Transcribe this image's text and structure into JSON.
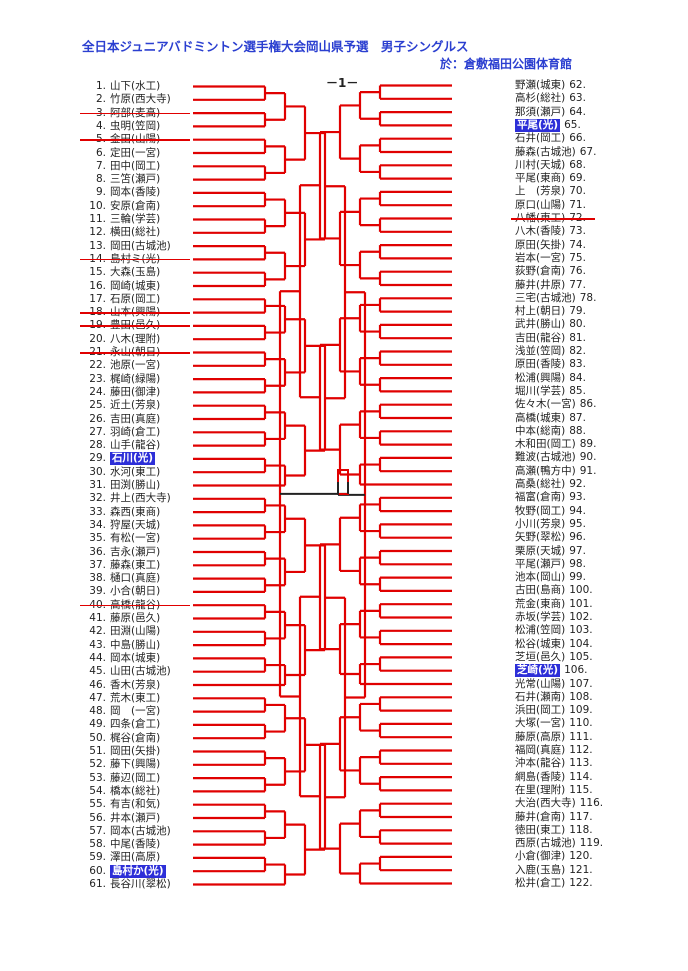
{
  "title": "全日本ジュニアバドミントン選手権大会岡山県予選　男子シングルス",
  "venue": "於：倉敷福田公園体育館",
  "page_marker": "－1－",
  "colors": {
    "title": "#2b3fd0",
    "bracket": "#e00000",
    "highlight": "#2d2fd8"
  },
  "left_entries": [
    {
      "num": "1.",
      "name": "山下(水工)"
    },
    {
      "num": "2.",
      "name": "竹原(西大寺)"
    },
    {
      "num": "3.",
      "name": "阿部(麦高)",
      "struck": true
    },
    {
      "num": "4.",
      "name": "虫明(笠岡)"
    },
    {
      "num": "5.",
      "name": "金田(山陽)",
      "struck": true
    },
    {
      "num": "6.",
      "name": "定田(一宮)"
    },
    {
      "num": "7.",
      "name": "田中(岡工)"
    },
    {
      "num": "8.",
      "name": "三笘(瀬戸)"
    },
    {
      "num": "9.",
      "name": "岡本(香陵)"
    },
    {
      "num": "10.",
      "name": "安原(倉南)"
    },
    {
      "num": "11.",
      "name": "三輪(学芸)"
    },
    {
      "num": "12.",
      "name": "横田(総社)"
    },
    {
      "num": "13.",
      "name": "岡田(古城池)"
    },
    {
      "num": "14.",
      "name": "島村ミ(光)",
      "struck": true
    },
    {
      "num": "15.",
      "name": "大森(玉島)"
    },
    {
      "num": "16.",
      "name": "岡崎(城東)"
    },
    {
      "num": "17.",
      "name": "石原(岡工)"
    },
    {
      "num": "18.",
      "name": "山本(興陽)",
      "struck": true
    },
    {
      "num": "19.",
      "name": "豊田(邑久)",
      "struck": true
    },
    {
      "num": "20.",
      "name": "八木(理附)"
    },
    {
      "num": "21.",
      "name": "永山(朝日)",
      "struck": true
    },
    {
      "num": "22.",
      "name": "池原(一宮)"
    },
    {
      "num": "23.",
      "name": "梶崎(緑陽)"
    },
    {
      "num": "24.",
      "name": "藤田(御津)"
    },
    {
      "num": "25.",
      "name": "近土(芳泉)"
    },
    {
      "num": "26.",
      "name": "吉田(真庭)"
    },
    {
      "num": "27.",
      "name": "羽崎(倉工)"
    },
    {
      "num": "28.",
      "name": "山手(龍谷)"
    },
    {
      "num": "29.",
      "name": "石川(光)",
      "highlight": true
    },
    {
      "num": "30.",
      "name": "水河(東工)"
    },
    {
      "num": "31.",
      "name": "田渕(勝山)"
    },
    {
      "num": "32.",
      "name": "井上(西大寺)"
    },
    {
      "num": "33.",
      "name": "森西(東商)"
    },
    {
      "num": "34.",
      "name": "狩屋(天城)"
    },
    {
      "num": "35.",
      "name": "有松(一宮)"
    },
    {
      "num": "36.",
      "name": "吉永(瀬戸)"
    },
    {
      "num": "37.",
      "name": "藤森(東工)"
    },
    {
      "num": "38.",
      "name": "樋口(真庭)"
    },
    {
      "num": "39.",
      "name": "小合(朝日)"
    },
    {
      "num": "40.",
      "name": "高橋(龍谷)",
      "struck": true
    },
    {
      "num": "41.",
      "name": "藤原(邑久)"
    },
    {
      "num": "42.",
      "name": "田淵(山陽)"
    },
    {
      "num": "43.",
      "name": "中島(勝山)"
    },
    {
      "num": "44.",
      "name": "岡本(城東)"
    },
    {
      "num": "45.",
      "name": "山田(古城池)"
    },
    {
      "num": "46.",
      "name": "香木(芳泉)"
    },
    {
      "num": "47.",
      "name": "荒木(東工)"
    },
    {
      "num": "48.",
      "name": "岡　(一宮)"
    },
    {
      "num": "49.",
      "name": "四条(倉工)"
    },
    {
      "num": "50.",
      "name": "梶谷(倉南)"
    },
    {
      "num": "51.",
      "name": "岡田(矢掛)"
    },
    {
      "num": "52.",
      "name": "藤下(興陽)"
    },
    {
      "num": "53.",
      "name": "藤辺(岡工)"
    },
    {
      "num": "54.",
      "name": "橋本(総社)"
    },
    {
      "num": "55.",
      "name": "有吉(和気)"
    },
    {
      "num": "56.",
      "name": "井本(瀬戸)"
    },
    {
      "num": "57.",
      "name": "岡本(古城池)"
    },
    {
      "num": "58.",
      "name": "中尾(香陵)"
    },
    {
      "num": "59.",
      "name": "澤田(高原)"
    },
    {
      "num": "60.",
      "name": "島村か(光)",
      "highlight": true
    },
    {
      "num": "61.",
      "name": "長谷川(翠松)"
    }
  ],
  "right_entries": [
    {
      "num": "62.",
      "name": "野瀬(城東)"
    },
    {
      "num": "63.",
      "name": "高杉(総社)"
    },
    {
      "num": "64.",
      "name": "那須(瀬戸)"
    },
    {
      "num": "65.",
      "name": "平尾(光)",
      "highlight": true
    },
    {
      "num": "66.",
      "name": "石井(岡工)"
    },
    {
      "num": "67.",
      "name": "藤森(古城池)"
    },
    {
      "num": "68.",
      "name": "川村(天城)"
    },
    {
      "num": "69.",
      "name": "平尾(東商)"
    },
    {
      "num": "70.",
      "name": "上　(芳泉)"
    },
    {
      "num": "71.",
      "name": "原口(山陽)"
    },
    {
      "num": "72.",
      "name": "八幡(東工)",
      "struck": true
    },
    {
      "num": "73.",
      "name": "八木(香陵)"
    },
    {
      "num": "74.",
      "name": "原田(矢掛)"
    },
    {
      "num": "75.",
      "name": "岩本(一宮)"
    },
    {
      "num": "76.",
      "name": "荻野(倉南)"
    },
    {
      "num": "77.",
      "name": "藤井(井原)"
    },
    {
      "num": "78.",
      "name": "三宅(古城池)"
    },
    {
      "num": "79.",
      "name": "村上(朝日)"
    },
    {
      "num": "80.",
      "name": "武井(勝山)"
    },
    {
      "num": "81.",
      "name": "吉田(龍谷)"
    },
    {
      "num": "82.",
      "name": "浅並(笠岡)"
    },
    {
      "num": "83.",
      "name": "原田(香陵)"
    },
    {
      "num": "84.",
      "name": "松浦(興陽)"
    },
    {
      "num": "85.",
      "name": "堀川(学芸)"
    },
    {
      "num": "86.",
      "name": "佐々木(一宮)"
    },
    {
      "num": "87.",
      "name": "高橋(城東)"
    },
    {
      "num": "88.",
      "name": "中本(総南)"
    },
    {
      "num": "89.",
      "name": "木和田(岡工)"
    },
    {
      "num": "90.",
      "name": "難波(古城池)"
    },
    {
      "num": "91.",
      "name": "高瀬(鴨方中)"
    },
    {
      "num": "92.",
      "name": "高桑(総社)"
    },
    {
      "num": "93.",
      "name": "福富(倉南)"
    },
    {
      "num": "94.",
      "name": "牧野(岡工)"
    },
    {
      "num": "95.",
      "name": "小川(芳泉)"
    },
    {
      "num": "96.",
      "name": "矢野(翠松)"
    },
    {
      "num": "97.",
      "name": "栗原(天城)"
    },
    {
      "num": "98.",
      "name": "平尾(瀬戸)"
    },
    {
      "num": "99.",
      "name": "池本(岡山)"
    },
    {
      "num": "100.",
      "name": "古田(島商)"
    },
    {
      "num": "101.",
      "name": "荒金(東商)"
    },
    {
      "num": "102.",
      "name": "赤坂(学芸)"
    },
    {
      "num": "103.",
      "name": "松浦(笠岡)"
    },
    {
      "num": "104.",
      "name": "松谷(城東)"
    },
    {
      "num": "105.",
      "name": "芝垣(邑久)"
    },
    {
      "num": "106.",
      "name": "芝崎(光)",
      "highlight": true
    },
    {
      "num": "107.",
      "name": "光常(山陽)"
    },
    {
      "num": "108.",
      "name": "石井(瀬南)"
    },
    {
      "num": "109.",
      "name": "浜田(岡工)"
    },
    {
      "num": "110.",
      "name": "大塚(一宮)"
    },
    {
      "num": "111.",
      "name": "藤原(高原)"
    },
    {
      "num": "112.",
      "name": "福岡(真庭)"
    },
    {
      "num": "113.",
      "name": "沖本(龍谷)"
    },
    {
      "num": "114.",
      "name": "網島(香陵)"
    },
    {
      "num": "115.",
      "name": "在里(理附)"
    },
    {
      "num": "116.",
      "name": "大治(西大寺)"
    },
    {
      "num": "117.",
      "name": "藤井(倉南)"
    },
    {
      "num": "118.",
      "name": "徳田(東工)"
    },
    {
      "num": "119.",
      "name": "西原(古城池)"
    },
    {
      "num": "120.",
      "name": "小倉(御津)"
    },
    {
      "num": "121.",
      "name": "入鹿(玉島)"
    },
    {
      "num": "122.",
      "name": "松井(倉工)"
    }
  ]
}
